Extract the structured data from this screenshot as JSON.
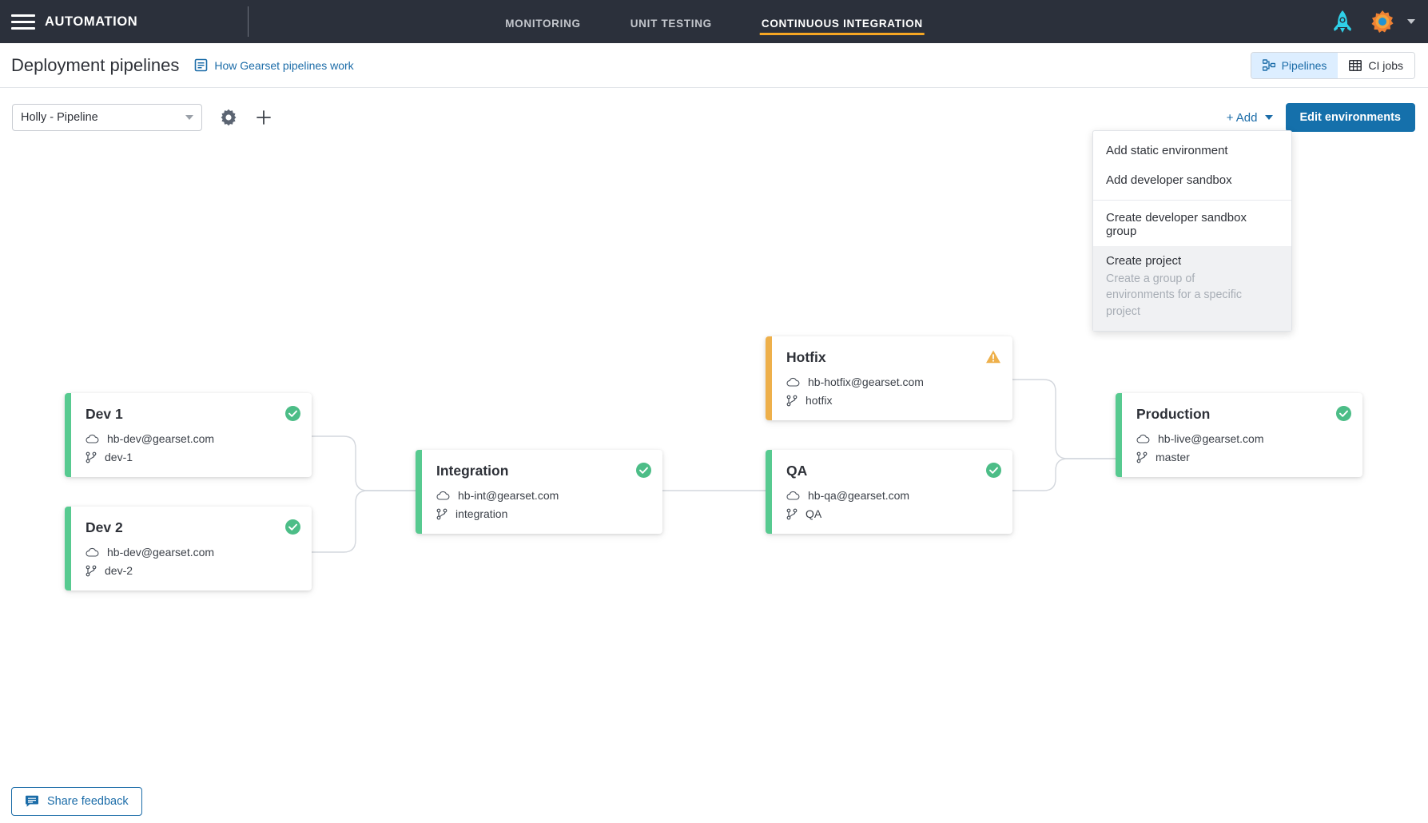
{
  "topnav": {
    "brand": "AUTOMATION",
    "menu_icon": "hamburger-icon",
    "tabs": [
      {
        "label": "MONITORING",
        "active": false
      },
      {
        "label": "UNIT TESTING",
        "active": false
      },
      {
        "label": "CONTINUOUS INTEGRATION",
        "active": true
      }
    ],
    "active_tab_underline_color": "#f5a623",
    "rocket_icon": "rocket-icon",
    "gear_icon": "settings-gear-icon",
    "background": "#2b303b"
  },
  "header": {
    "title": "Deployment pipelines",
    "help_link": "How Gearset pipelines work",
    "view_toggle": [
      {
        "label": "Pipelines",
        "icon": "sitemap-icon",
        "active": true
      },
      {
        "label": "CI jobs",
        "icon": "grid-icon",
        "active": false
      }
    ],
    "accent": "#1b6ca8"
  },
  "toolbar": {
    "pipeline_selector_value": "Holly - Pipeline",
    "settings_icon": "gear-icon",
    "add_pipeline_icon": "plus-icon",
    "add_label": "+ Add",
    "edit_environments_label": "Edit environments"
  },
  "add_menu": {
    "items": [
      {
        "label": "Add static environment",
        "sublabel": "",
        "highlighted": false,
        "separator_above": false
      },
      {
        "label": "Add developer sandbox",
        "sublabel": "",
        "highlighted": false,
        "separator_above": false
      },
      {
        "label": "Create developer sandbox group",
        "sublabel": "",
        "highlighted": false,
        "separator_above": true
      },
      {
        "label": "Create project",
        "sublabel": "Create a group of environments for a specific project",
        "highlighted": true,
        "separator_above": false
      }
    ]
  },
  "pipeline": {
    "environments": [
      {
        "name": "Dev 1",
        "org": "hb-dev@gearset.com",
        "branch": "dev-1",
        "status": "ok",
        "bar_color": "#57ca90"
      },
      {
        "name": "Dev 2",
        "org": "hb-dev@gearset.com",
        "branch": "dev-2",
        "status": "ok",
        "bar_color": "#57ca90"
      },
      {
        "name": "Integration",
        "org": "hb-int@gearset.com",
        "branch": "integration",
        "status": "ok",
        "bar_color": "#57ca90"
      },
      {
        "name": "Hotfix",
        "org": "hb-hotfix@gearset.com",
        "branch": "hotfix",
        "status": "warning",
        "bar_color": "#eeb04b"
      },
      {
        "name": "QA",
        "org": "hb-qa@gearset.com",
        "branch": "QA",
        "status": "ok",
        "bar_color": "#57ca90"
      },
      {
        "name": "Production",
        "org": "hb-live@gearset.com",
        "branch": "master",
        "status": "ok",
        "bar_color": "#57ca90"
      }
    ],
    "org_icon": "cloud-icon",
    "branch_icon": "git-branch-icon",
    "ok_icon": "check-circle-icon",
    "warning_icon": "warning-triangle-icon",
    "ok_color": "#4cbd87",
    "warning_color": "#eeb04b"
  },
  "footer": {
    "feedback_label": "Share feedback",
    "feedback_icon": "comment-icon"
  }
}
